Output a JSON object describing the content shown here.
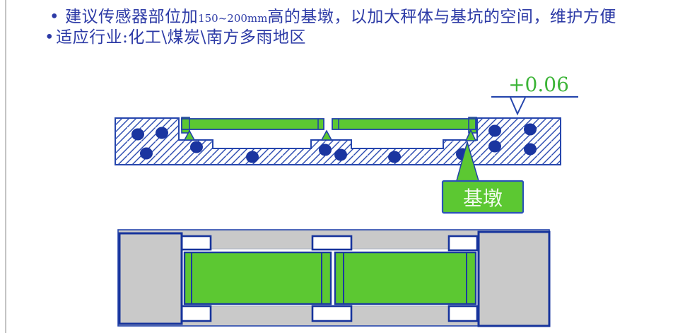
{
  "slide": {
    "bullet_char": "•",
    "line1": {
      "prefix": "建议传感器部位加",
      "dimension": "150~200mm",
      "suffix": "高的基墩，以加大秤体与基坑的空间，维护方便"
    },
    "line2": "适应行业:化工\\煤炭\\南方多雨地区"
  },
  "diagram": {
    "elevation_label": "+0.06",
    "pier_label": "基墩",
    "colors": {
      "deck_green": "#5cc832",
      "outline_blue": "#2646ad",
      "heavy_blue": "#16339c",
      "rebar_navy": "#1a35a0",
      "concrete_gray": "#c9c9c9",
      "elevation_green": "#3cb437",
      "text_blue": "#2c3aa6",
      "pier_label_text": "#f2faee"
    }
  }
}
